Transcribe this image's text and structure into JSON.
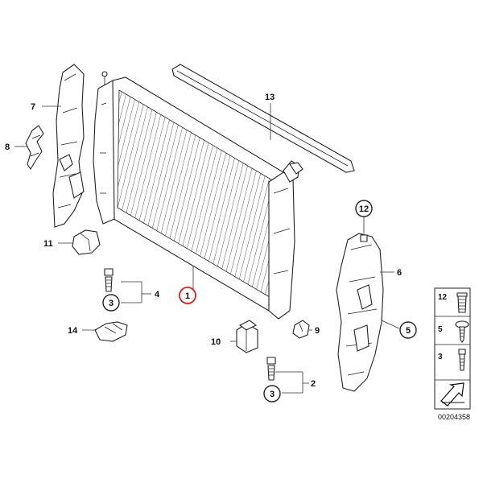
{
  "diagram": {
    "diagram_number": "00204358",
    "accent_color": "#d62020",
    "callouts": {
      "c1": "1",
      "c2": "2",
      "c3a": "3",
      "c3b": "3",
      "c4": "4",
      "c5": "5",
      "c6": "6",
      "c7": "7",
      "c8": "8",
      "c9": "9",
      "c10": "10",
      "c11": "11",
      "c12": "12",
      "c13": "13",
      "c14": "14"
    },
    "legend": {
      "items": [
        {
          "label": "12",
          "icon": "push-rivet-icon"
        },
        {
          "label": "5",
          "icon": "screw-icon"
        },
        {
          "label": "3",
          "icon": "bolt-icon"
        }
      ],
      "arrow_icon": "direction-arrow-icon"
    }
  }
}
